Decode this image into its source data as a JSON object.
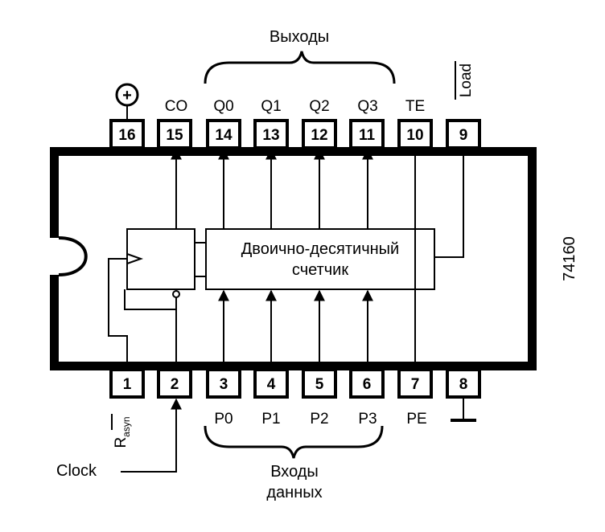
{
  "diagram": {
    "top_group_label": "Выходы",
    "bottom_group_label_line1": "Входы",
    "bottom_group_label_line2": "данных",
    "chip_part_number": "74160",
    "core_label_line1": "Двоично-десятичный",
    "core_label_line2": "счетчик",
    "clock_label": "Clock",
    "power_symbol": "+",
    "top_pins": [
      {
        "number": "16",
        "label": ""
      },
      {
        "number": "15",
        "label": "CO"
      },
      {
        "number": "14",
        "label": "Q0"
      },
      {
        "number": "13",
        "label": "Q1"
      },
      {
        "number": "12",
        "label": "Q2"
      },
      {
        "number": "11",
        "label": "Q3"
      },
      {
        "number": "10",
        "label": "TE"
      },
      {
        "number": "9",
        "label": "Load"
      }
    ],
    "bottom_pins": [
      {
        "number": "1",
        "label": "R",
        "sub": "asyn"
      },
      {
        "number": "2",
        "label": ""
      },
      {
        "number": "3",
        "label": "P0"
      },
      {
        "number": "4",
        "label": "P1"
      },
      {
        "number": "5",
        "label": "P2"
      },
      {
        "number": "6",
        "label": "P3"
      },
      {
        "number": "7",
        "label": "PE"
      },
      {
        "number": "8",
        "label": ""
      }
    ]
  }
}
